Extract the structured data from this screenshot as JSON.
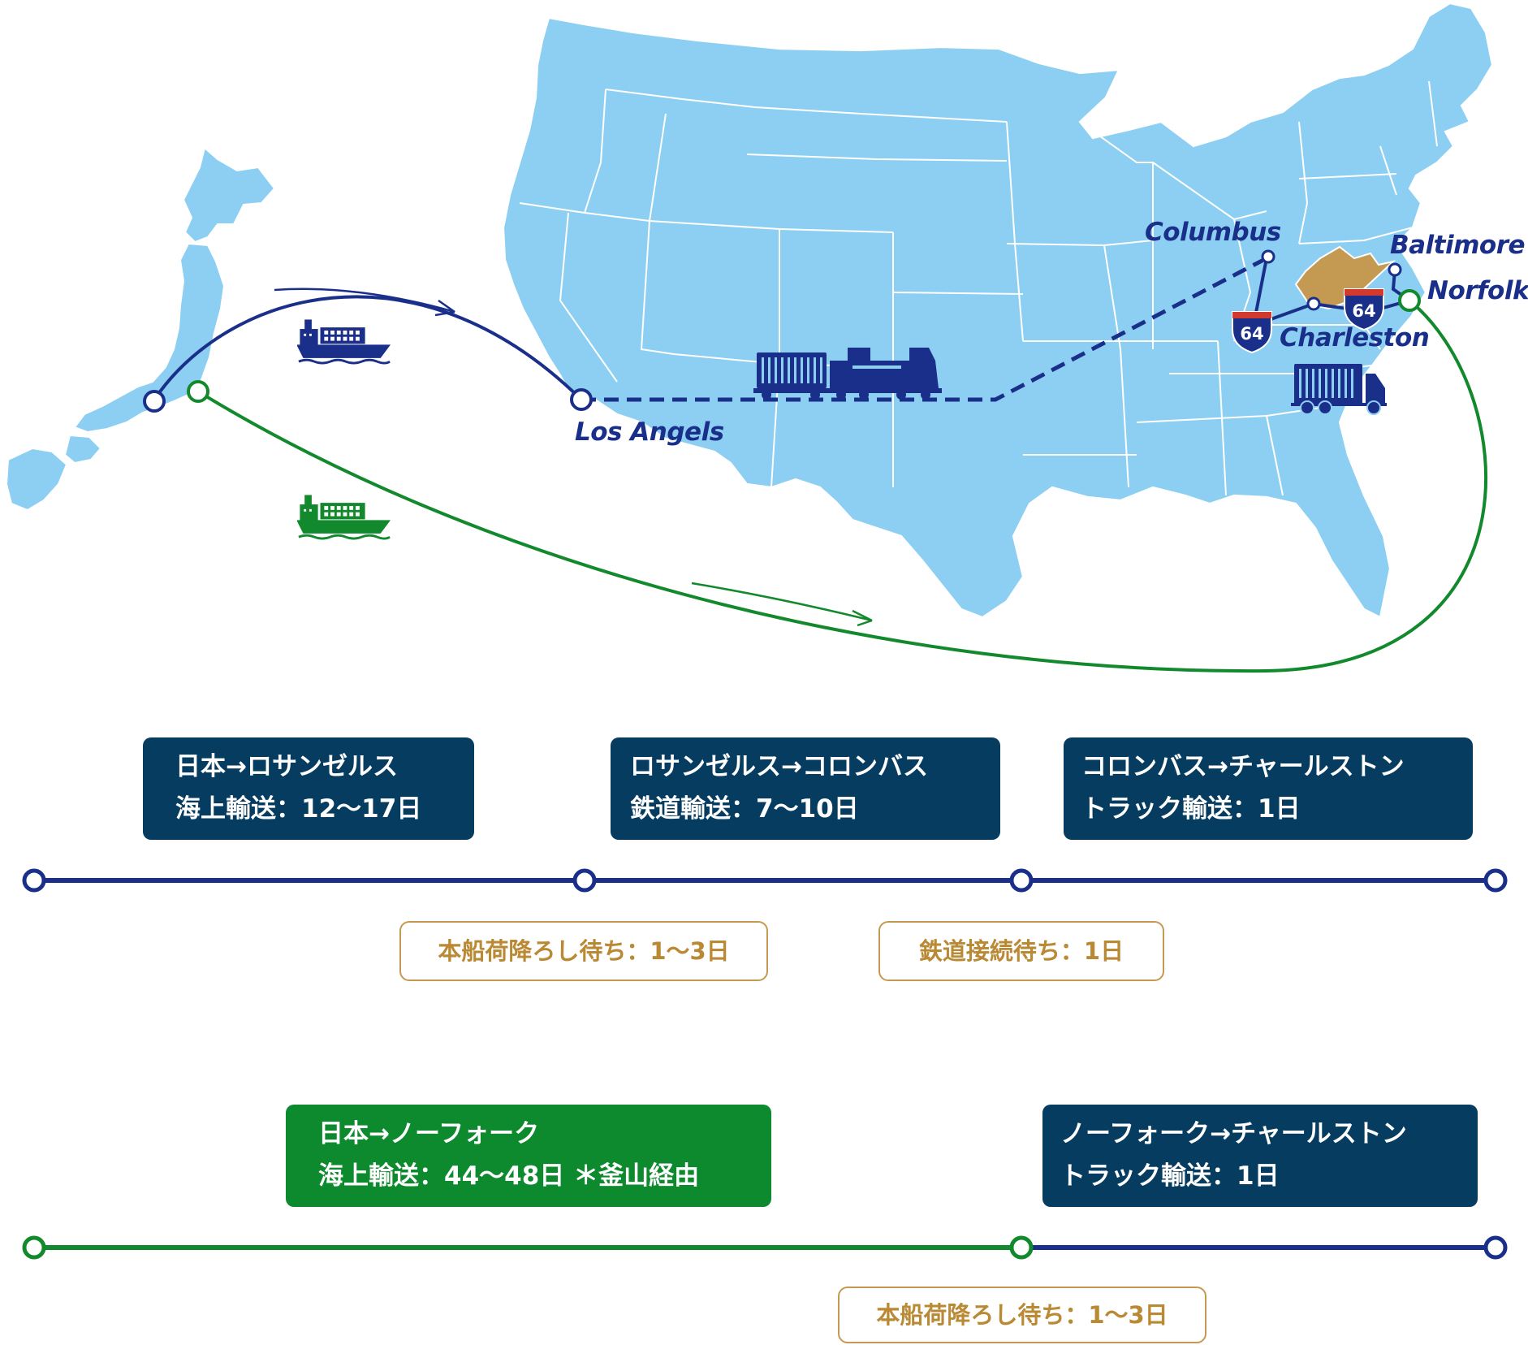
{
  "cities": {
    "los_angeles": "Los Angels",
    "columbus": "Columbus",
    "baltimore": "Baltimore",
    "norfolk": "Norfolk",
    "charleston": "Charleston"
  },
  "interstate_shield": "64",
  "route_rail": {
    "leg1_line1": "日本→ロサンゼルス",
    "leg1_line2": "海上輸送：12〜17日",
    "leg2_line1": "ロサンゼルス→コロンバス",
    "leg2_line2": "鉄道輸送：7〜10日",
    "leg3_line1": "コロンバス→チャールストン",
    "leg3_line2": "トラック輸送：1日",
    "wait1": "本船荷降ろし待ち：1〜3日",
    "wait2": "鉄道接続待ち：1日"
  },
  "route_sea": {
    "leg1_line1": "日本→ノーフォーク",
    "leg1_line2": "海上輸送：44〜48日 ＊釜山経由",
    "leg2_line1": "ノーフォーク→チャールストン",
    "leg2_line2": "トラック輸送：1日",
    "wait1": "本船荷降ろし待ち：1〜3日"
  },
  "colors": {
    "land": "#8ccff2",
    "navy_route": "#1a2f8a",
    "green_route": "#12892c",
    "box_navy": "#053c60",
    "box_green": "#0d8a2e",
    "wait_border": "#c49a52",
    "west_virginia": "#c49a52"
  },
  "icons": [
    "navy-cargo-ship-icon",
    "green-cargo-ship-icon",
    "freight-train-icon",
    "container-truck-icon",
    "interstate-64-shield-icon"
  ]
}
